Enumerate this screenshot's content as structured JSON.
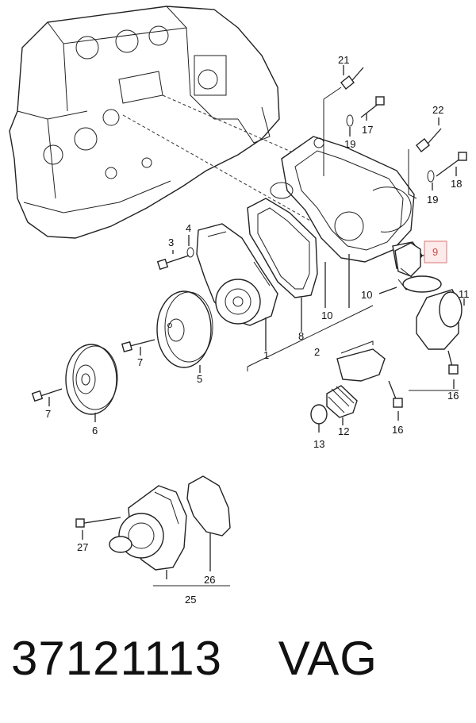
{
  "diagram": {
    "labels": {
      "l1": "1",
      "l2": "2",
      "l3": "3",
      "l4": "4",
      "l5": "5",
      "l6": "6",
      "l7a": "7",
      "l7b": "7",
      "l8": "8",
      "l9": "9",
      "l10a": "10",
      "l10b": "10",
      "l11": "11",
      "l12": "12",
      "l13": "13",
      "l16a": "16",
      "l16b": "16",
      "l17": "17",
      "l18": "18",
      "l19a": "19",
      "l19b": "19",
      "l21": "21",
      "l22": "22",
      "l25": "25",
      "l26": "26",
      "l27": "27"
    },
    "highlighted_label": "9",
    "highlight_color": "#e08a8a"
  },
  "footer": {
    "part_number": "37121113",
    "brand": "VAG"
  }
}
